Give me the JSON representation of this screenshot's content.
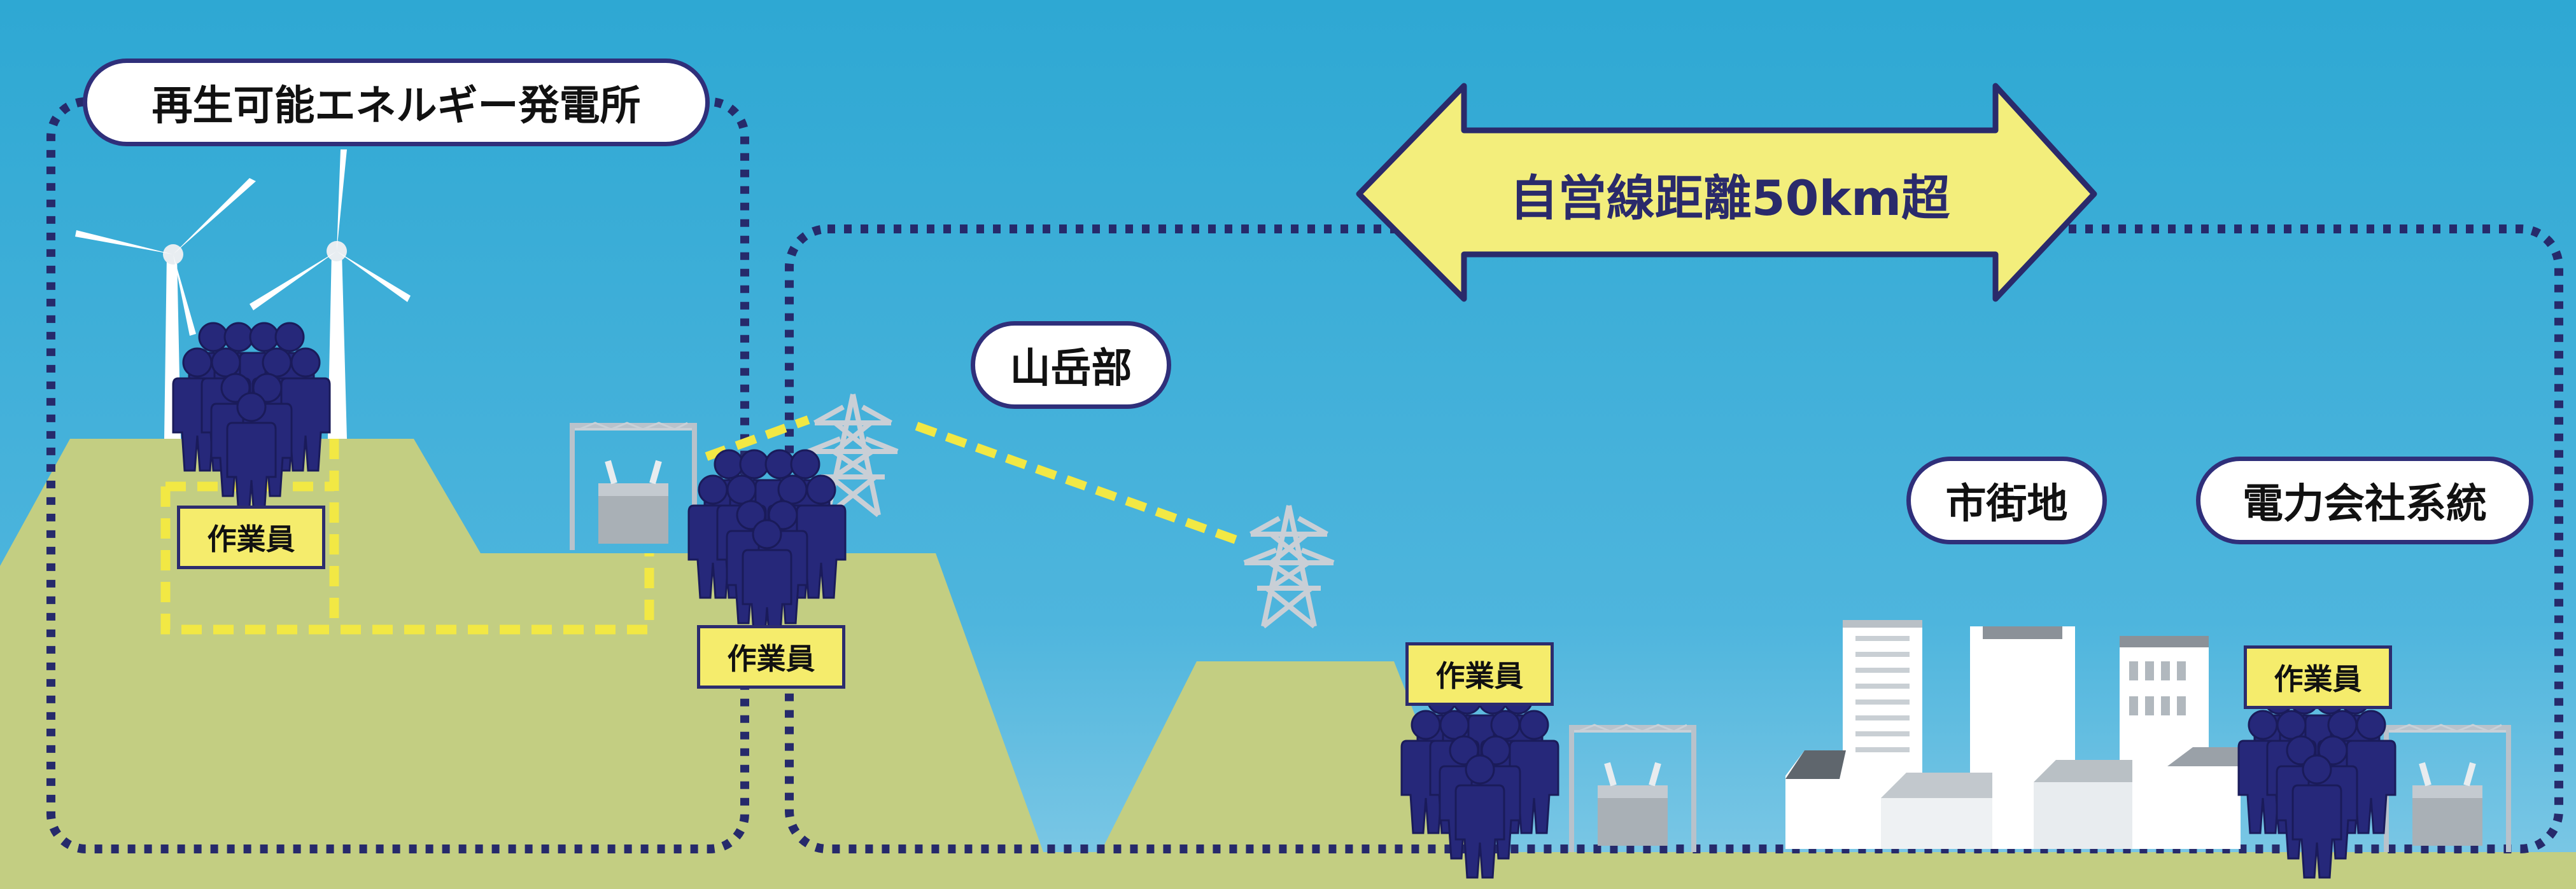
{
  "labels": {
    "renewable_plant": "再生可能エネルギー発電所",
    "mountain": "山岳部",
    "urban": "市街地",
    "grid": "電力会社系統",
    "distance": "自営線距離50km超"
  },
  "worker_tags": [
    {
      "text": "作業員"
    },
    {
      "text": "作業員"
    },
    {
      "text": "作業員"
    },
    {
      "text": "作業員"
    }
  ],
  "colors": {
    "sky_top": "#2ea8d3",
    "sky_bottom": "#74c4e4",
    "land": "#c3ce82",
    "dotted_border": "#262a6b",
    "worker": "#26287a",
    "power_line": "#f2e844",
    "arrow_fill": "#f3ee7c",
    "arrow_stroke": "#2a2a6b",
    "tag_fill": "#f5ec6c"
  },
  "icons": [
    "wind-turbine-icon",
    "worker-group-icon",
    "transmission-tower-icon",
    "substation-icon",
    "building-icon",
    "double-arrow-icon"
  ]
}
